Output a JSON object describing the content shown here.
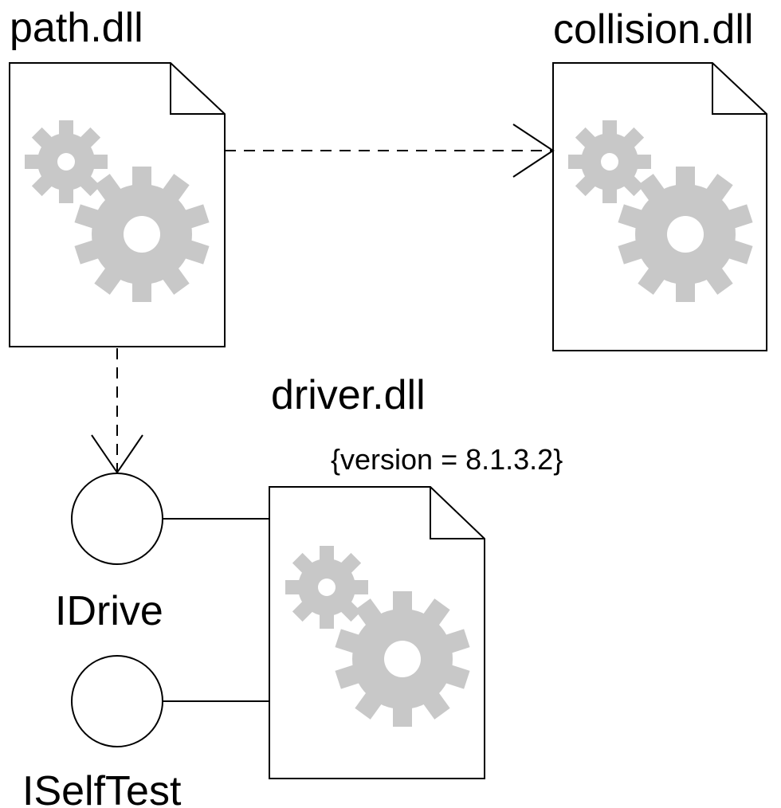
{
  "diagram": {
    "type": "UML component/deployment diagram",
    "colors": {
      "line": "#000000",
      "gear": "#c8c8c8",
      "fill": "#ffffff"
    },
    "artifacts": [
      {
        "id": "path",
        "name": "path.dll",
        "icon": "gears-icon"
      },
      {
        "id": "collision",
        "name": "collision.dll",
        "icon": "gears-icon"
      },
      {
        "id": "driver",
        "name": "driver.dll",
        "constraint": "{version = 8.1.3.2}",
        "icon": "gears-icon"
      }
    ],
    "interfaces": [
      {
        "id": "idrive",
        "name": "IDrive",
        "icon": "lollipop-icon"
      },
      {
        "id": "iselftest",
        "name": "ISelfTest",
        "icon": "lollipop-icon"
      }
    ],
    "relationships": [
      {
        "from": "path",
        "to": "collision",
        "kind": "dependency"
      },
      {
        "from": "path",
        "to": "idrive",
        "kind": "dependency"
      },
      {
        "from": "driver",
        "to": "idrive",
        "kind": "realization"
      },
      {
        "from": "driver",
        "to": "iselftest",
        "kind": "realization"
      }
    ]
  }
}
